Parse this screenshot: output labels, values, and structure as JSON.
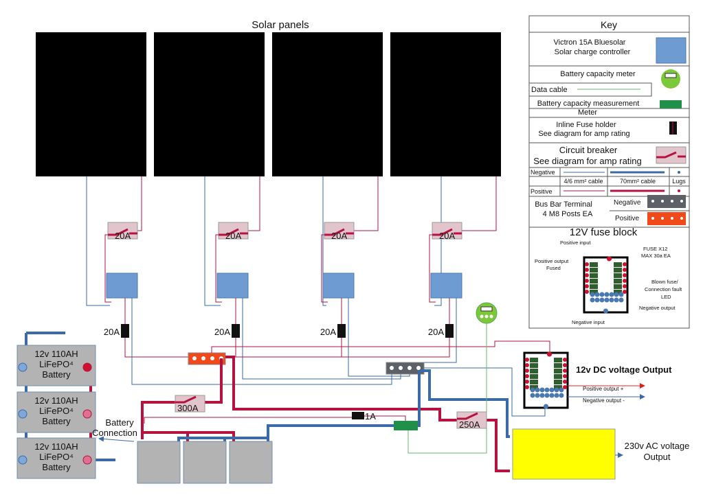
{
  "title": "Solar panels",
  "breakers": {
    "panel": "20A",
    "main": "300A",
    "inverter": "250A"
  },
  "fuses": {
    "controller": "20A",
    "meter": "1A"
  },
  "battery": {
    "line1": "12v 110AH",
    "line2": "LiFePO⁴",
    "line3": "Battery"
  },
  "battery_connection": {
    "line1": "Battery",
    "line2": "Connection"
  },
  "dc_output": {
    "label": "12v DC voltage Output",
    "positive": "Positive output +",
    "negative": "Negative output -"
  },
  "ac_output": {
    "line1": "230v AC voltage",
    "line2": "Output"
  },
  "key": {
    "title": "Key",
    "controller": {
      "line1": "Victron 15A Bluesolar",
      "line2": "Solar charge controller"
    },
    "meter": "Battery capacity meter",
    "data_cable": "Data cable",
    "shunt": {
      "line1": "Battery capacity measurement",
      "line2": "Meter"
    },
    "fuse": {
      "line1": "Inline Fuse holder",
      "line2": "See diagram for amp rating"
    },
    "breaker": {
      "line1": "Circuit breaker",
      "line2": "See diagram for amp rating"
    },
    "cables": {
      "negative": "Negative",
      "positive": "Positive",
      "small": "4/6 mm² cable",
      "large": "70mm² cable",
      "lugs": "Lugs"
    },
    "busbar": {
      "line1": "Bus Bar Terminal",
      "line2": "4 M8 Posts EA",
      "negative": "Negative",
      "positive": "Positive"
    },
    "fuse_block": {
      "title": "12V fuse block",
      "pos_in": "Positive input",
      "fuse": "FUSE X12",
      "fuse2": "MAX 30a EA",
      "pos_out": "Positive output",
      "pos_out2": "Fused",
      "led": "Blown fuse/",
      "led2": "Connection fault",
      "led3": "LED",
      "neg_out": "Negative output",
      "neg_in": "Negative input"
    }
  },
  "colors": {
    "positive": "#b5123f",
    "negative": "#3a6aa8",
    "controller": "#6f9bd3",
    "busbar_pos": "#f04a1a",
    "busbar_neg": "#5e6068",
    "meter": "#7cc83a",
    "shunt": "#1f8f4a",
    "inverter": "#ffff00",
    "battery": "#b3b3b3"
  }
}
